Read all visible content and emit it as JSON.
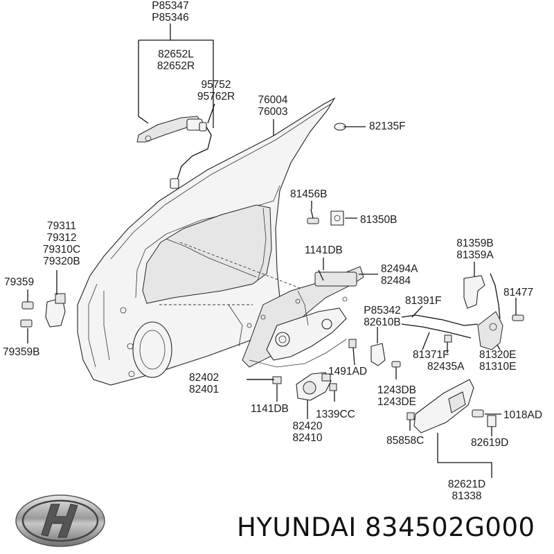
{
  "labels": {
    "p85347": "P85347",
    "p85346": "P85346",
    "l82652l": "82652L",
    "l82652r": "82652R",
    "l95752": "95752",
    "l95762r": "95762R",
    "l76004": "76004",
    "l76003": "76003",
    "l82135f": "82135F",
    "l81456b": "81456B",
    "l81350b": "81350B",
    "l79311": "79311",
    "l79312": "79312",
    "l79310c": "79310C",
    "l79320b": "79320B",
    "l79359": "79359",
    "l79359b": "79359B",
    "l1141db_top": "1141DB",
    "l82494a": "82494A",
    "l82484": "82484",
    "l81359b": "81359B",
    "l81359a": "81359A",
    "l81477": "81477",
    "l81391f": "81391F",
    "p85342": "P85342",
    "l82610b": "82610B",
    "l81371f": "81371F",
    "l81320e": "81320E",
    "l81310e": "81310E",
    "l82435a": "82435A",
    "l1491ad": "1491AD",
    "l82402": "82402",
    "l82401": "82401",
    "l1243db": "1243DB",
    "l1243de": "1243DE",
    "l1141db_bot": "1141DB",
    "l1339cc": "1339CC",
    "l82420": "82420",
    "l82410": "82410",
    "l1018ad": "1018AD",
    "l85858c": "85858C",
    "l82619d": "82619D",
    "l82621d": "82621D",
    "l81338": "81338"
  },
  "brand": {
    "caption": "HYUNDAI 834502G000",
    "logo_icon": "hyundai-logo-icon"
  }
}
